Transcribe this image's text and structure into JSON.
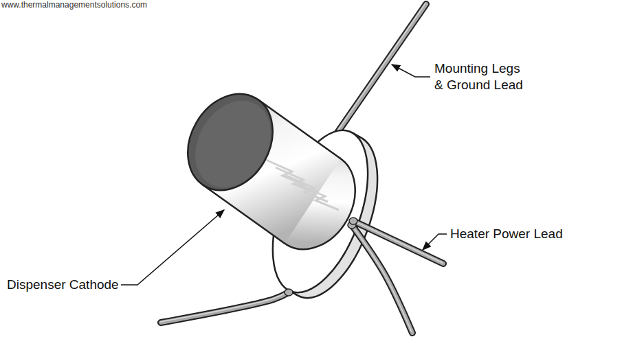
{
  "diagram": {
    "labels": [
      "www.thermalmanagementsolutions.com",
      "Mounting Legs & Ground Lead",
      "Heater Power Lead",
      "Dispenser Cathode"
    ]
  }
}
